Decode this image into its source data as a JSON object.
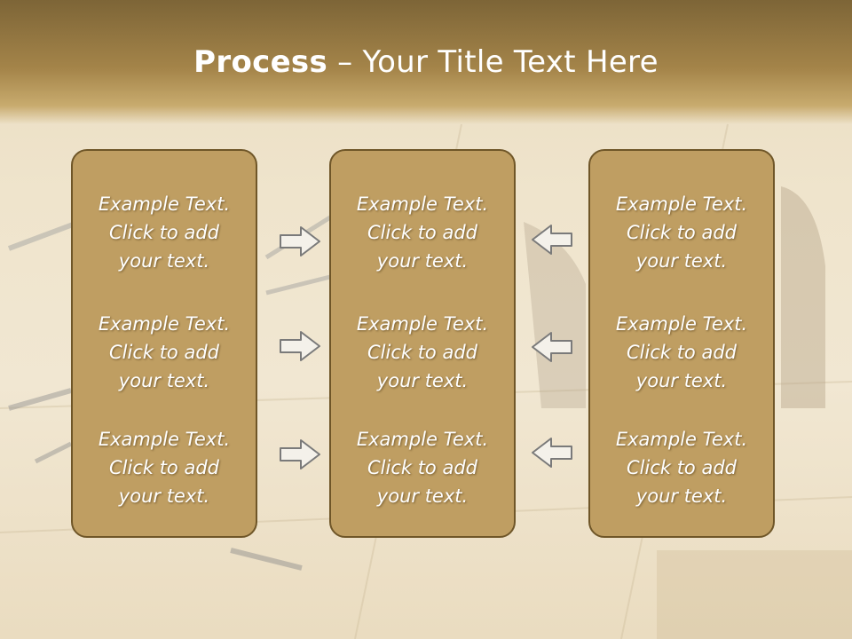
{
  "slide": {
    "title_bold": "Process",
    "title_dash": " – ",
    "title_rest": "Your Title Text Here"
  },
  "columns": [
    {
      "items": [
        {
          "line1": "Example Text.",
          "line2": "Click  to add",
          "line3": "your text."
        },
        {
          "line1": "Example Text.",
          "line2": "Click  to add",
          "line3": "your text."
        },
        {
          "line1": "Example Text.",
          "line2": "Click  to add",
          "line3": "your text."
        }
      ]
    },
    {
      "items": [
        {
          "line1": "Example Text.",
          "line2": "Click  to add",
          "line3": "your text."
        },
        {
          "line1": "Example Text.",
          "line2": "Click  to add",
          "line3": "your text."
        },
        {
          "line1": "Example Text.",
          "line2": "Click  to add",
          "line3": "your text."
        }
      ]
    },
    {
      "items": [
        {
          "line1": "Example Text.",
          "line2": "Click  to add",
          "line3": "your text."
        },
        {
          "line1": "Example Text.",
          "line2": "Click  to add",
          "line3": "your text."
        },
        {
          "line1": "Example Text.",
          "line2": "Click  to add",
          "line3": "your text."
        }
      ]
    }
  ],
  "arrows": {
    "left_group": "right-arrow-icon",
    "right_group": "left-arrow-icon"
  },
  "colors": {
    "box_fill": "#bf9e62",
    "box_border": "#6f5628",
    "title_band": "#a48449",
    "text": "#ffffff"
  }
}
